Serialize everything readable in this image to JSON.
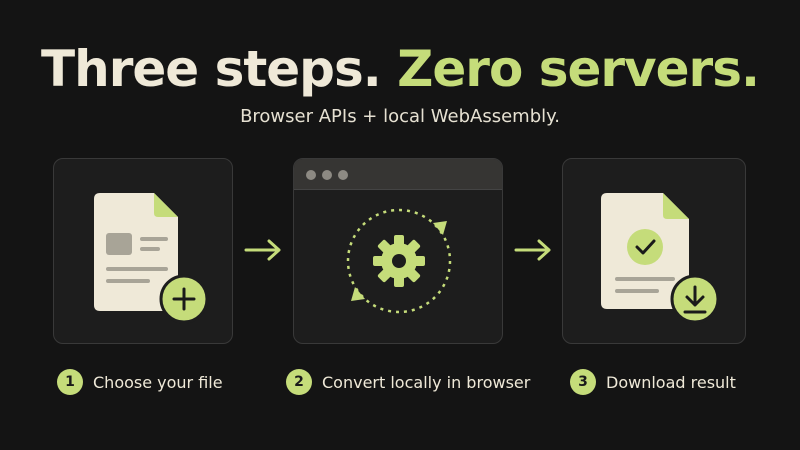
{
  "headline": {
    "part1": "Three steps.",
    "part2": "Zero servers."
  },
  "subtitle": "Browser APIs + local WebAssembly.",
  "colors": {
    "background": "#141414",
    "accent": "#c5dc7a",
    "paper": "#efe9d8",
    "card": "#1d1d1d"
  },
  "steps": [
    {
      "number": "1",
      "label": "Choose your file",
      "icon": "file-plus-icon"
    },
    {
      "number": "2",
      "label": "Convert locally in browser",
      "icon": "gear-icon"
    },
    {
      "number": "3",
      "label": "Download result",
      "icon": "file-download-icon"
    }
  ]
}
